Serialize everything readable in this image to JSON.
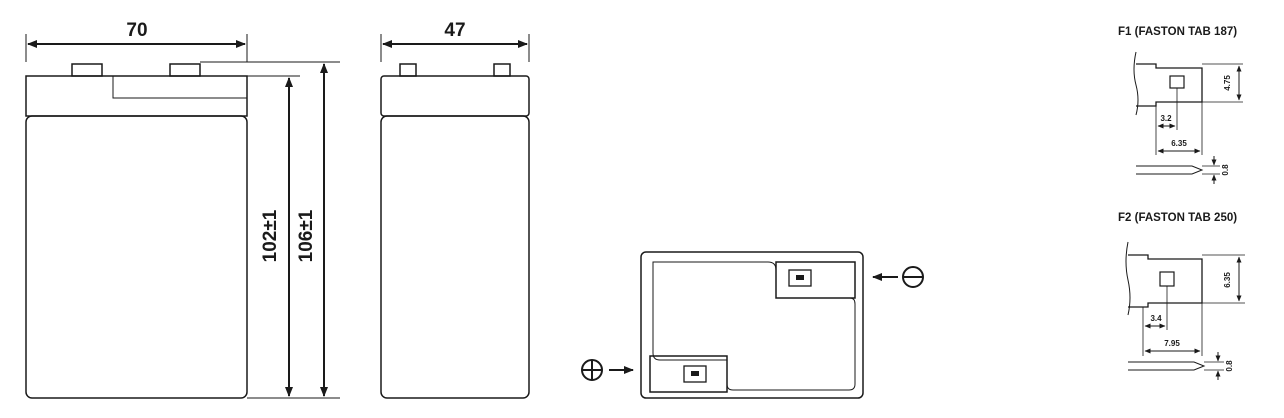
{
  "front_view": {
    "width_label": "70",
    "height_inner_label": "102±1",
    "height_total_label": "106±1"
  },
  "side_view": {
    "width_label": "47"
  },
  "top_view": {
    "negative_symbol": "⊖",
    "positive_symbol": "⊕",
    "arrow_icon": "left-arrow",
    "arrow_icon_right": "right-arrow"
  },
  "f1": {
    "title": "F1 (FASTON TAB 187)",
    "height_label": "4.75",
    "hole_label": "3.2",
    "width_label": "6.35",
    "thickness_label": "0.8"
  },
  "f2": {
    "title": "F2 (FASTON TAB 250)",
    "height_label": "6.35",
    "hole_label": "3.4",
    "width_label": "7.95",
    "thickness_label": "0.8"
  }
}
